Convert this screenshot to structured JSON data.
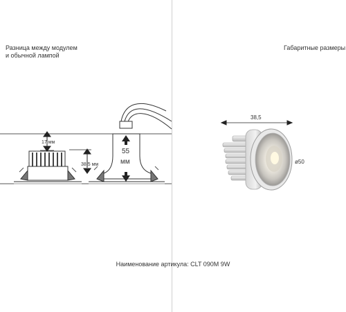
{
  "left_caption": {
    "line1": "Разница между модулем",
    "line2": "и обычной лампой"
  },
  "right_caption": "Габаритные размеры",
  "dimensions": {
    "module_height": "17 мм",
    "module_depth": "38.5 мм",
    "lamp_height_value": "55",
    "lamp_height_unit": "мм",
    "product_length": "38,5",
    "product_diameter": "ø50"
  },
  "footer": "Наименование артикула: CLT 090M 9W"
}
